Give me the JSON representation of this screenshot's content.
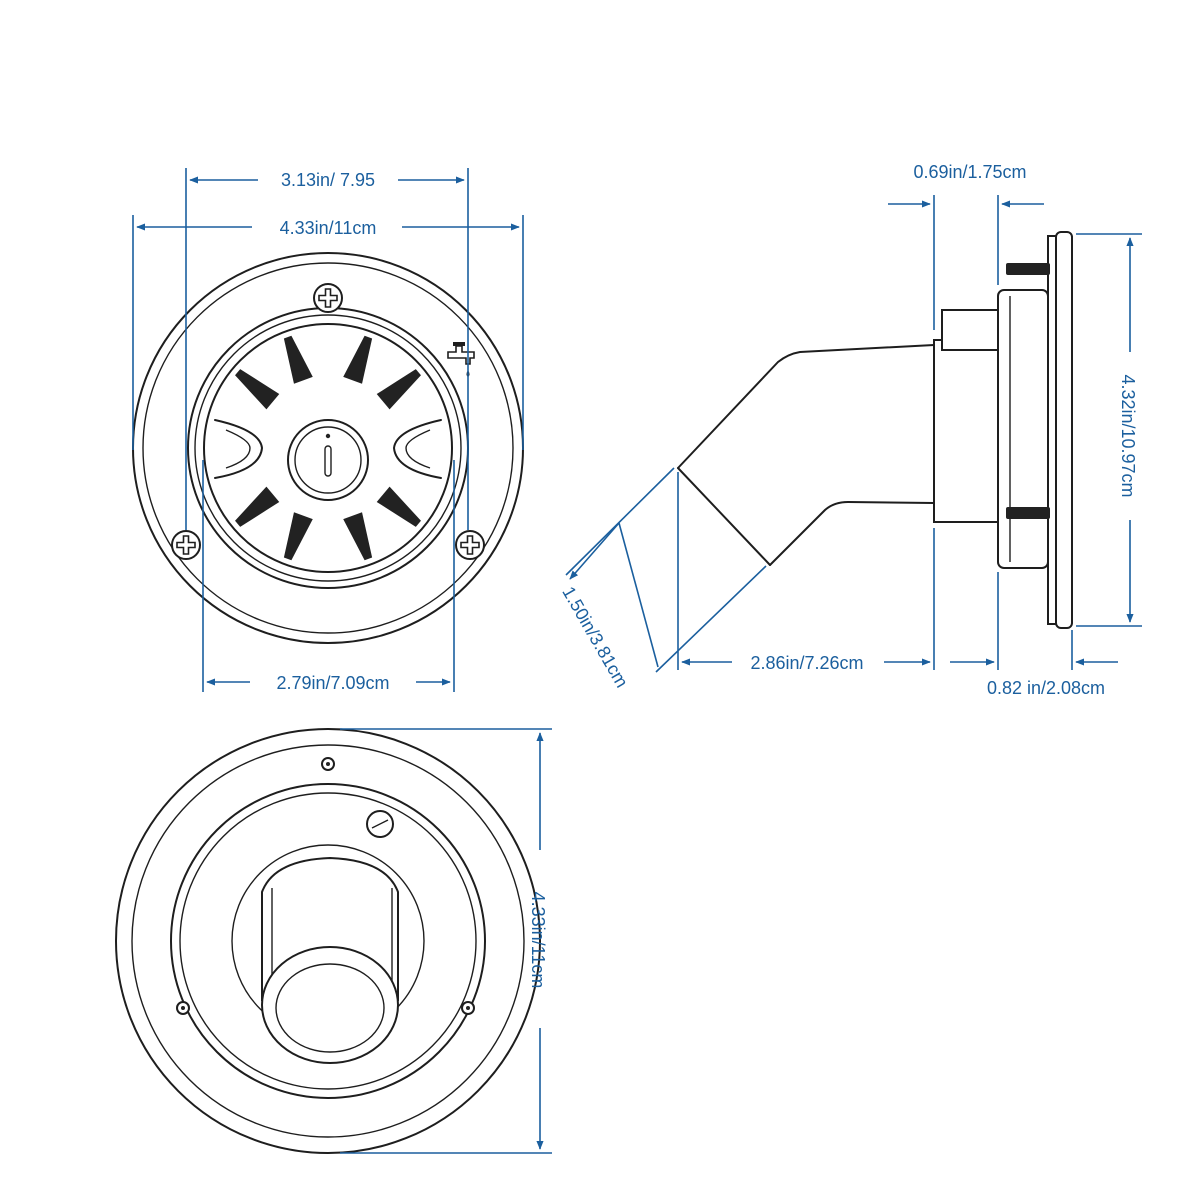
{
  "accent_color": "#1b5f9e",
  "line_color": "#1e1e1e",
  "dimensions": {
    "front_inner_width": "3.13in/ 7.95",
    "front_outer_width": "4.33in/11cm",
    "front_opening_width": "2.79in/7.09cm",
    "side_flange_depth": "0.69in/1.75cm",
    "side_height": "4.32in/10.97cm",
    "side_spout_diameter": "1.50in/3.81cm",
    "side_spout_reach": "2.86in/7.26cm",
    "side_body_depth": "0.82 in/2.08cm",
    "back_height": "4.33in/11cm"
  },
  "icons": {
    "faucet": "faucet-icon",
    "screw": "phillips-screw-icon"
  }
}
